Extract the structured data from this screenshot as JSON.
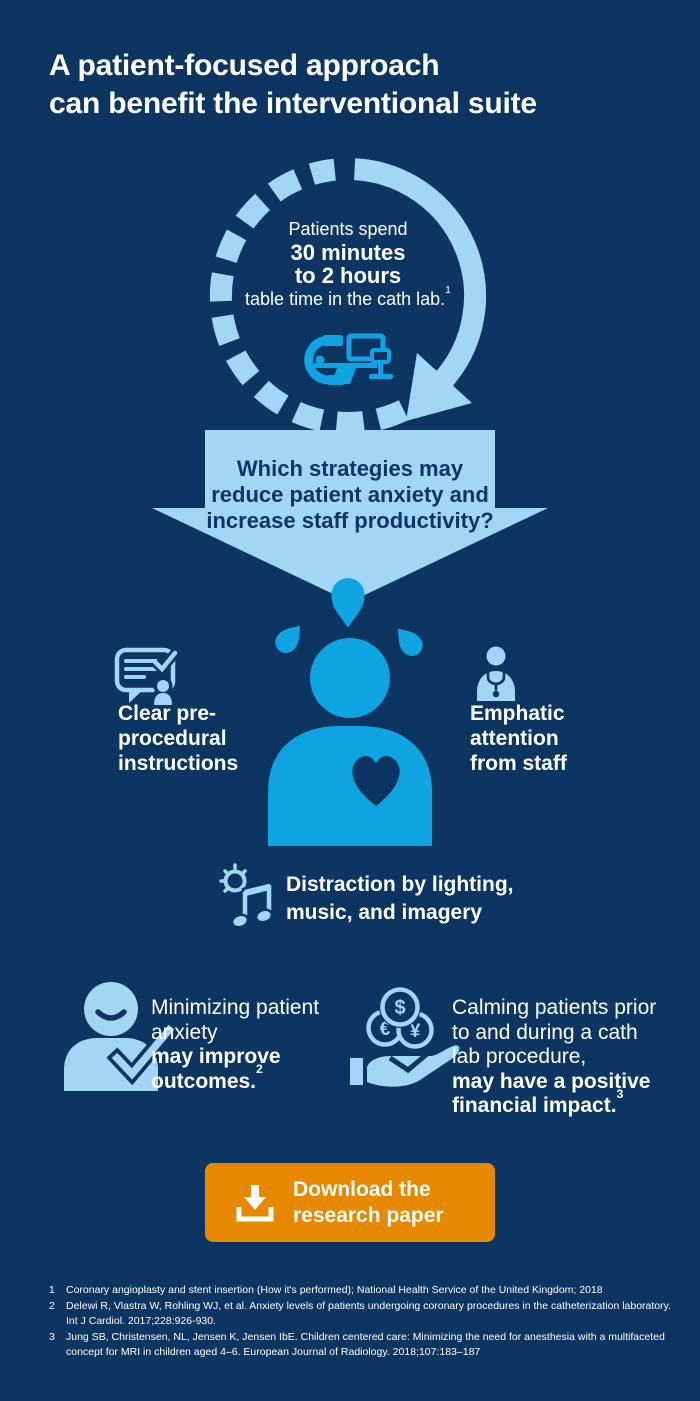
{
  "title": {
    "line1": "A patient-focused approach",
    "line2": "can benefit the interventional suite"
  },
  "hero": {
    "circle_text": {
      "intro": "Patients spend",
      "stat_line1": "30 minutes",
      "stat_line2": "to 2 hours",
      "outro": "table time in the cath lab.",
      "footnote_ref": "1"
    },
    "question": "Which strategies may reduce patient anxiety and increase staff productivity?"
  },
  "strategies": [
    {
      "icon": "chat-checklist-icon",
      "label": "Clear pre-procedural instructions"
    },
    {
      "icon": "doctor-icon",
      "label": "Emphatic attention from staff"
    },
    {
      "icon": "music-lighting-icon",
      "label": "Distraction by lighting, music, and imagery"
    }
  ],
  "benefits": [
    {
      "icon": "patient-check-icon",
      "text_regular": "Minimizing patient anxiety",
      "text_bold": "may improve outcomes.",
      "footnote_ref": "2"
    },
    {
      "icon": "coins-hand-icon",
      "text_regular": "Calming patients prior to and during a cath lab procedure,",
      "text_bold": "may have a positive financial impact.",
      "footnote_ref": "3"
    }
  ],
  "cta": {
    "label": "Download the research paper"
  },
  "footnotes": [
    {
      "num": "1",
      "text": "Coronary angioplasty and stent insertion (How it's performed); National Health Service of the United Kingdom; 2018"
    },
    {
      "num": "2",
      "text": "Delewi R, Vlastra W, Rohling WJ, et al. Anxiety levels of patients undergoing coronary procedures in the catheterization laboratory. Int J Cardiol. 2017;228:926-930."
    },
    {
      "num": "3",
      "text": "Jung SB, Christensen, NL, Jensen K, Jensen IbE. Children centered care: Minimizing the need for anesthesia with a multifaceted concept for MRI in children aged 4–6. European Journal of Radiology. 2018;107:183–187"
    }
  ],
  "colors": {
    "background_navy": "#0d3561",
    "pale_blue": "#a2d6f4",
    "bright_blue": "#0fa3e2",
    "cta_orange": "#e78900",
    "text_white": "#ffffff"
  }
}
